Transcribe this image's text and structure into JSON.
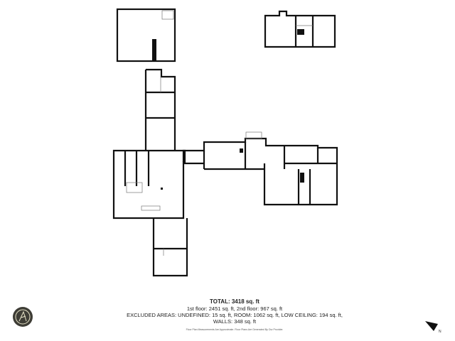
{
  "summary": {
    "total": "TOTAL: 3418 sq. ft",
    "floors": "1st floor: 2451 sq. ft, 2nd floor: 967 sq. ft",
    "excluded": "EXCLUDED AREAS: UNDEFINED: 15 sq. ft, ROOM: 1062 sq. ft, LOW CEILING: 194 sq. ft,",
    "walls": "WALLS: 348 sq. ft",
    "disclaimer": "Floor Plan Measurements Are Approximate. Floor Plans Are Generated By Our Provider."
  },
  "compass": {
    "icon": "north-arrow-icon",
    "label": "N"
  },
  "logo": {
    "icon": "brand-logo-icon"
  },
  "colors": {
    "walls": "#111111",
    "logo_bg": "#3e3d36",
    "logo_fg": "#e8e4c8"
  }
}
